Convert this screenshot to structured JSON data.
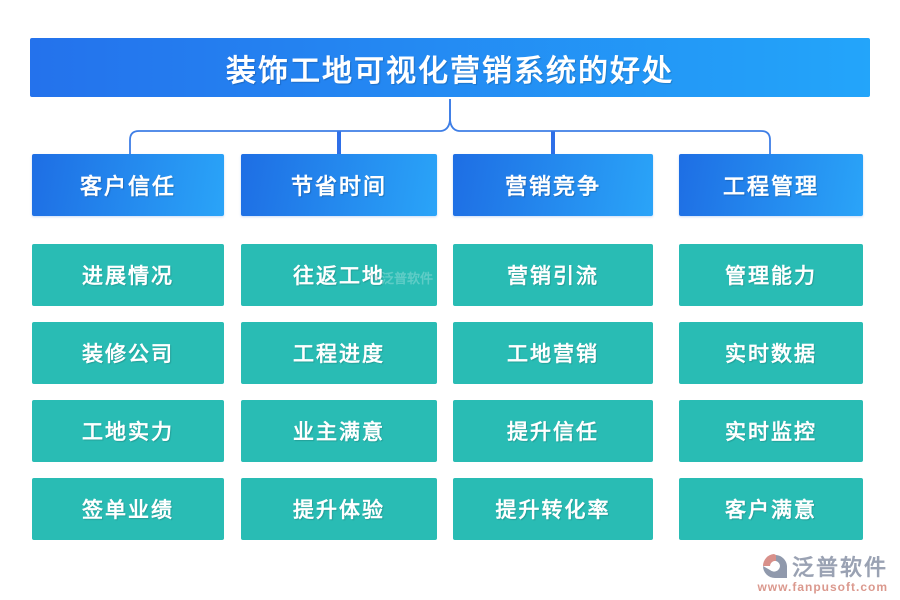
{
  "title": "装饰工地可视化营销系统的好处",
  "columns": [
    {
      "header": "客户信任",
      "items": [
        "进展情况",
        "装修公司",
        "工地实力",
        "签单业绩"
      ]
    },
    {
      "header": "节省时间",
      "items": [
        "往返工地",
        "工程进度",
        "业主满意",
        "提升体验"
      ]
    },
    {
      "header": "营销竞争",
      "items": [
        "营销引流",
        "工地营销",
        "提升信任",
        "提升转化率"
      ]
    },
    {
      "header": "工程管理",
      "items": [
        "管理能力",
        "实时数据",
        "实时监控",
        "客户满意"
      ]
    }
  ],
  "watermark": {
    "text": "泛普软件"
  },
  "brand": {
    "name": "泛普软件",
    "url": "www.fanpusoft.com"
  },
  "colors": {
    "title_gradient_start": "#2472EC",
    "title_gradient_end": "#23A5FA",
    "header_gradient_start": "#1E6EE4",
    "header_gradient_end": "#2AA4F8",
    "item_box": "#29BCB4",
    "connector_line": "#3E7EE6",
    "connector_drop": "#2E6FE8",
    "brand_name": "#9AA2B3",
    "brand_url": "#DB998E",
    "brand_icon_salmon": "#D8908A",
    "brand_icon_gray": "#9099AC"
  }
}
